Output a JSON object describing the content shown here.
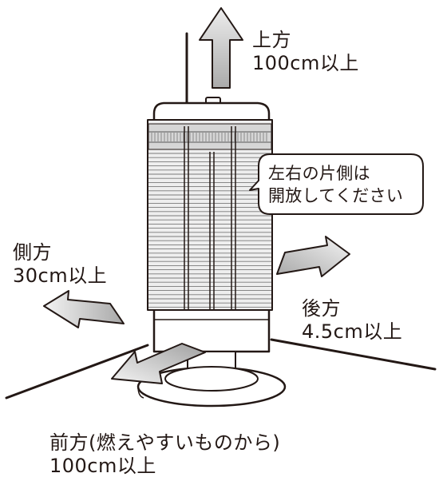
{
  "labels": {
    "top": {
      "direction": "上方",
      "distance": "100cm以上"
    },
    "side": {
      "direction": "側方",
      "distance": "30cm以上"
    },
    "back": {
      "direction": "後方",
      "distance": "4.5cm以上"
    },
    "front": {
      "direction": "前方(燃えやすいものから)",
      "distance": "100cm以上"
    }
  },
  "note": {
    "line1": "左右の片側は",
    "line2": "開放してください"
  },
  "colors": {
    "ink": "#231815",
    "arrow_light": "#f2f2f2",
    "arrow_dark": "#b0b0b0",
    "heater_body": "#ffffff",
    "grille": "#e6e6e6"
  }
}
